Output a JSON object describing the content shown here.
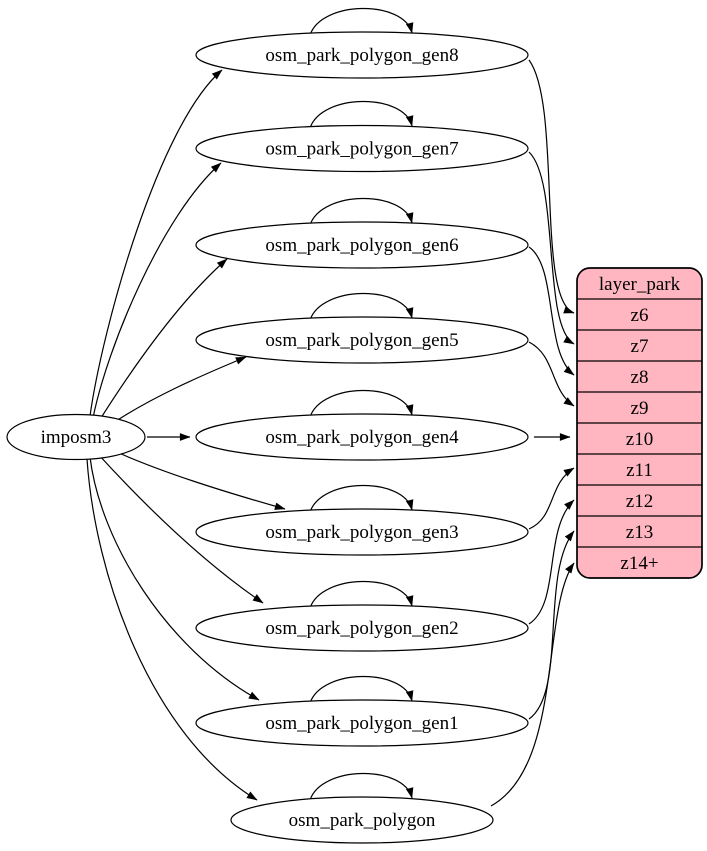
{
  "diagram": {
    "source_node": {
      "label": "imposm3"
    },
    "table_nodes": [
      {
        "label": "osm_park_polygon_gen8",
        "self_loop": true,
        "feeds": "z6"
      },
      {
        "label": "osm_park_polygon_gen7",
        "self_loop": true,
        "feeds": "z7"
      },
      {
        "label": "osm_park_polygon_gen6",
        "self_loop": true,
        "feeds": "z8"
      },
      {
        "label": "osm_park_polygon_gen5",
        "self_loop": true,
        "feeds": "z9"
      },
      {
        "label": "osm_park_polygon_gen4",
        "self_loop": true,
        "feeds": "z10"
      },
      {
        "label": "osm_park_polygon_gen3",
        "self_loop": true,
        "feeds": "z11"
      },
      {
        "label": "osm_park_polygon_gen2",
        "self_loop": true,
        "feeds": "z12"
      },
      {
        "label": "osm_park_polygon_gen1",
        "self_loop": true,
        "feeds": "z13"
      },
      {
        "label": "osm_park_polygon",
        "self_loop": true,
        "feeds": "z14+"
      }
    ],
    "layer_node": {
      "title": "layer_park",
      "rows": [
        "z6",
        "z7",
        "z8",
        "z9",
        "z10",
        "z11",
        "z12",
        "z13",
        "z14+"
      ]
    },
    "colors": {
      "layer_fill": "#ffb6c1",
      "table_fill": "#ffffff",
      "stroke": "#000000",
      "background": "#ffffff"
    }
  }
}
